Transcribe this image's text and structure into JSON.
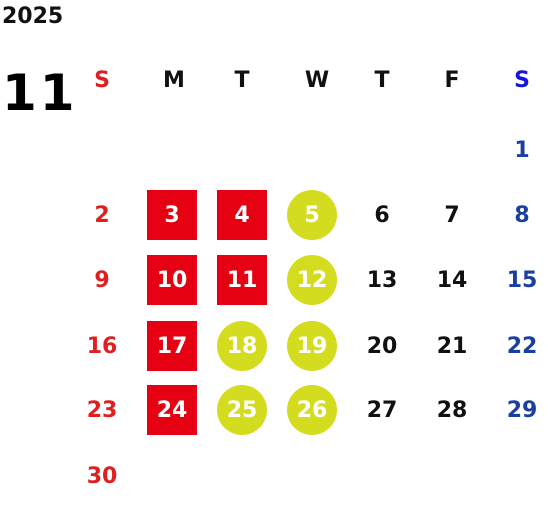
{
  "year": "2025",
  "month": "11",
  "weekdays": [
    "S",
    "M",
    "T",
    "W",
    "T",
    "F",
    "S"
  ],
  "weeks": [
    [
      null,
      null,
      null,
      null,
      null,
      null,
      {
        "day": "1",
        "style": "sat"
      }
    ],
    [
      {
        "day": "2",
        "style": "sun"
      },
      {
        "day": "3",
        "style": "red-box"
      },
      {
        "day": "4",
        "style": "red-box"
      },
      {
        "day": "5",
        "style": "green-circle"
      },
      {
        "day": "6",
        "style": "normal"
      },
      {
        "day": "7",
        "style": "normal"
      },
      {
        "day": "8",
        "style": "sat"
      }
    ],
    [
      {
        "day": "9",
        "style": "sun"
      },
      {
        "day": "10",
        "style": "red-box"
      },
      {
        "day": "11",
        "style": "red-box"
      },
      {
        "day": "12",
        "style": "green-circle"
      },
      {
        "day": "13",
        "style": "normal"
      },
      {
        "day": "14",
        "style": "normal"
      },
      {
        "day": "15",
        "style": "sat"
      }
    ],
    [
      {
        "day": "16",
        "style": "sun"
      },
      {
        "day": "17",
        "style": "red-box"
      },
      {
        "day": "18",
        "style": "green-circle"
      },
      {
        "day": "19",
        "style": "green-circle"
      },
      {
        "day": "20",
        "style": "normal"
      },
      {
        "day": "21",
        "style": "normal"
      },
      {
        "day": "22",
        "style": "sat"
      }
    ],
    [
      {
        "day": "23",
        "style": "sun"
      },
      {
        "day": "24",
        "style": "red-box"
      },
      {
        "day": "25",
        "style": "green-circle"
      },
      {
        "day": "26",
        "style": "green-circle"
      },
      {
        "day": "27",
        "style": "normal"
      },
      {
        "day": "28",
        "style": "normal"
      },
      {
        "day": "29",
        "style": "sat"
      }
    ],
    [
      {
        "day": "30",
        "style": "sun"
      },
      null,
      null,
      null,
      null,
      null,
      null
    ]
  ],
  "colors": {
    "sunday": "#e02020",
    "saturday": "#1a3fa0",
    "closed_box": "#e50012",
    "special_circle": "#d4dc1f"
  }
}
